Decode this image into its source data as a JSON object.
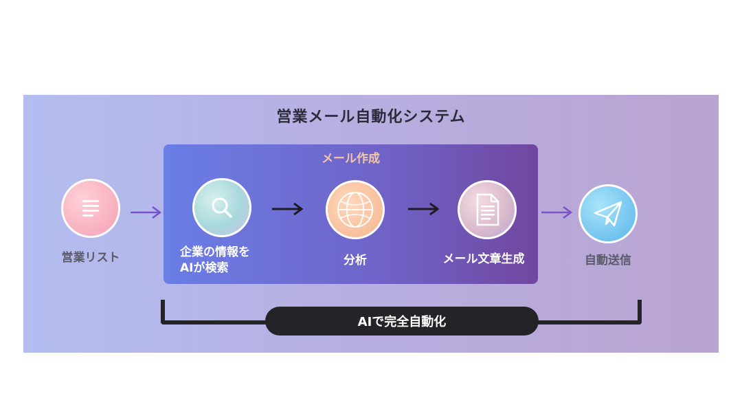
{
  "diagram": {
    "title": "営業メール自動化システム",
    "group_title": "メール作成",
    "steps": [
      {
        "label": "営業リスト",
        "icon": "list-icon"
      },
      {
        "label_line1": "企業の情報を",
        "label_line2": "AIが検索",
        "icon": "search-icon"
      },
      {
        "label": "分析",
        "icon": "analysis-icon"
      },
      {
        "label": "メール文章生成",
        "icon": "document-icon"
      },
      {
        "label": "自動送信",
        "icon": "paper-plane-icon"
      }
    ],
    "bracket_label": "AIで完全自動化",
    "colors": {
      "panel_start": "#b3bdf0",
      "panel_end": "#b9a4d2",
      "group_start": "#6a7ee6",
      "group_end": "#7047a0",
      "group_title": "#f4c6a6",
      "arrow_outer": "#7a52c8",
      "arrow_inner": "#1c1c24",
      "bracket": "#232328"
    }
  }
}
